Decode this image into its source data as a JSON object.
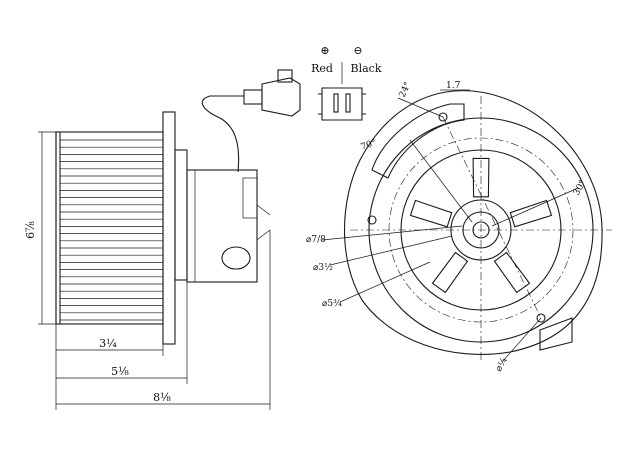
{
  "connector": {
    "plus_symbol": "⊕",
    "minus_symbol": "⊖",
    "positive_label": "Red",
    "negative_label": "Black"
  },
  "side_view": {
    "diameter_label": "6⅞",
    "dim_fan_width": "3¼",
    "dim_mid_width": "5⅛",
    "dim_overall_width": "8⅛"
  },
  "front_view": {
    "angle_top": "24°",
    "angle_left": "70°",
    "angle_right": "30°",
    "dim_top": "1.7",
    "dim_hub": "⌀7/8",
    "dim_boss": "⌀3½",
    "dim_bolt_circle": "⌀5¾",
    "dim_bottom": "⌀¼"
  }
}
